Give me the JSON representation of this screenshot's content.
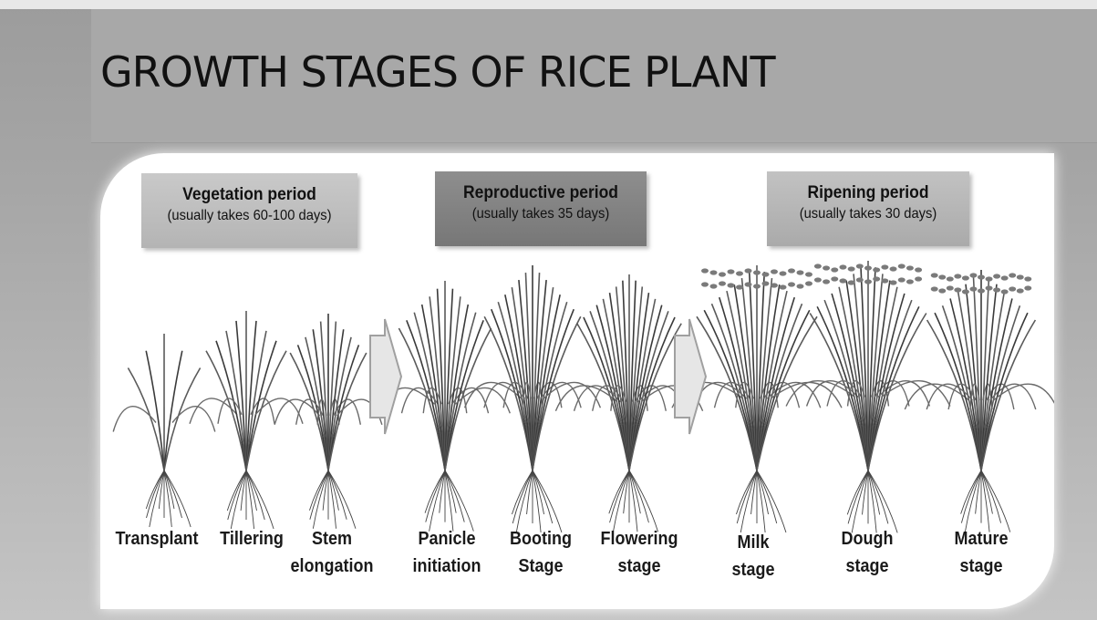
{
  "title": "GROWTH STAGES OF RICE PLANT",
  "periods": [
    {
      "name": "Vegetation period",
      "duration": "(usually takes 60-100 days)"
    },
    {
      "name": "Reproductive period",
      "duration": "(usually takes 35 days)"
    },
    {
      "name": "Ripening period",
      "duration": "(usually takes 30 days)"
    }
  ],
  "stages": [
    {
      "line1": "Transplant",
      "line2": ""
    },
    {
      "line1": "Tillering",
      "line2": ""
    },
    {
      "line1": "Stem",
      "line2": "elongation"
    },
    {
      "line1": "Panicle",
      "line2": "initiation"
    },
    {
      "line1": "Booting",
      "line2": "Stage"
    },
    {
      "line1": "Flowering",
      "line2": "stage"
    },
    {
      "line1": "Milk",
      "line2": "stage"
    },
    {
      "line1": "Dough",
      "line2": "stage"
    },
    {
      "line1": "Mature",
      "line2": "stage"
    }
  ]
}
